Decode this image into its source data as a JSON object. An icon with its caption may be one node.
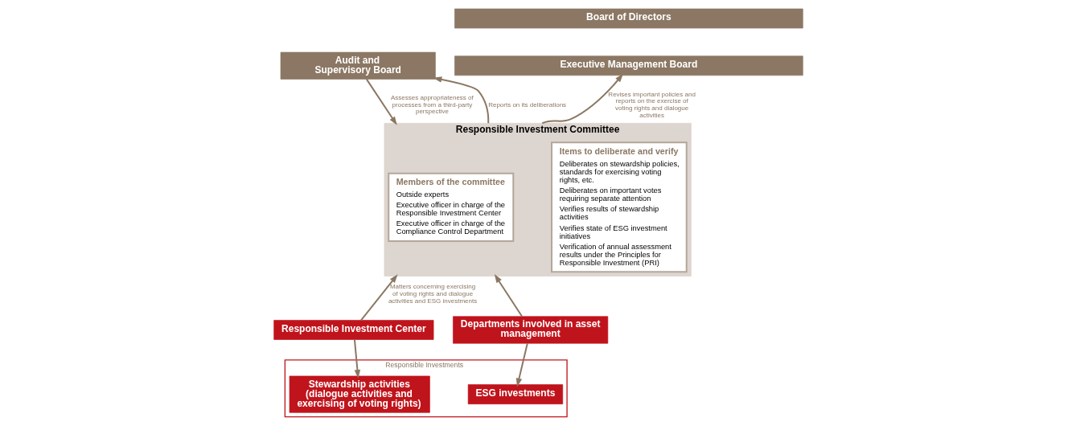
{
  "diagram": {
    "nodes": [
      {
        "text": [
          "Audit and Supervisory Board"
        ]
      },
      {
        "text": [
          "Board of Directors"
        ]
      },
      {
        "text": [
          "Executive Management Board"
        ]
      },
      {
        "text": [
          "Responsible Investment Committee"
        ]
      },
      {
        "text": [
          "Members of the committee",
          "Outside experts",
          "Executive officer in charge of the Responsible Investment Center",
          "Executive officer in charge of the Compliance Control Department"
        ],
        "in": 3
      },
      {
        "text": [
          "Items to deliberate and verify",
          "Deliberates on stewardship policies, standards for exercising voting rights, etc.",
          "Deliberates on important votes requiring separate attention",
          "Verifies results of stewardship activities",
          "Verifies state of ESG investment initiatives",
          "Verification of annual assessment results under the Principles for Responsible Investment (PRI)"
        ],
        "in": 3
      },
      {
        "text": [
          "Responsible Investment Center"
        ]
      },
      {
        "text": [
          "Departments involved in asset management"
        ]
      },
      {
        "text": [
          "Responsible Investments"
        ]
      },
      {
        "text": [
          "Stewardship activities (dialogue activities and exercising of voting rights)"
        ],
        "in": 8
      },
      {
        "text": [
          "ESG investments"
        ],
        "in": 8
      }
    ],
    "edges": [
      {
        "from": 3,
        "to": 2,
        "arrow": "to",
        "label": "Revises important policies and reports on the exercise of voting rights and dialogue activities"
      },
      {
        "from": 0,
        "to": 3,
        "arrow": "to",
        "label": "Assesses appropriateness of processes from a third-party perspective"
      },
      {
        "from": 3,
        "to": 0,
        "arrow": "to",
        "label": "Reports on its deliberations"
      },
      {
        "from": 6,
        "to": 3,
        "arrow": "to",
        "label": "Matters concerning exercising of voting rights and dialogue activities and ESG investments"
      },
      {
        "from": 7,
        "to": 3,
        "arrow": "to"
      },
      {
        "from": 6,
        "to": 9,
        "arrow": "to"
      },
      {
        "from": 7,
        "to": 10,
        "arrow": "to"
      }
    ]
  }
}
